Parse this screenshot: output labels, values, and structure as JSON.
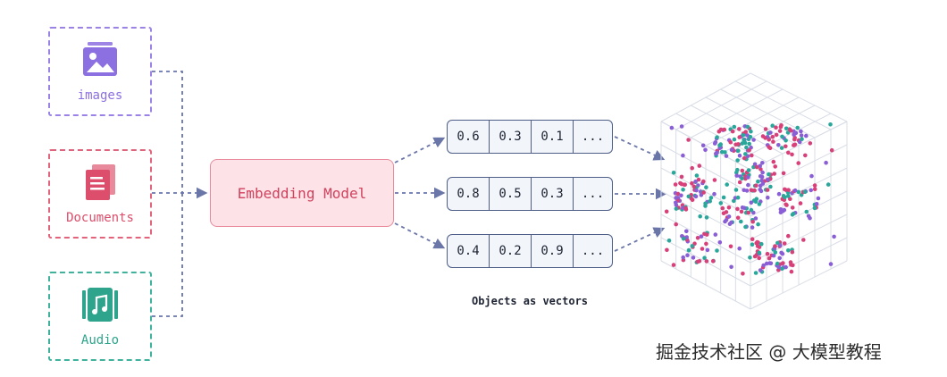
{
  "inputs": [
    {
      "label": "images",
      "icon": "image-icon",
      "color": "#8c6fe0"
    },
    {
      "label": "Documents",
      "icon": "document-icon",
      "color": "#dc4e6b"
    },
    {
      "label": "Audio",
      "icon": "music-icon",
      "color": "#2ea48d"
    }
  ],
  "model": {
    "label": "Embedding Model"
  },
  "vectors": [
    [
      "0.6",
      "0.3",
      "0.1",
      "..."
    ],
    [
      "0.8",
      "0.5",
      "0.3",
      "..."
    ],
    [
      "0.4",
      "0.2",
      "0.9",
      "..."
    ]
  ],
  "caption": "Objects as vectors",
  "watermark": "掘金技术社区 @ 大模型教程",
  "colors": {
    "arrow": "#6a75a8",
    "point_colors": [
      "#d8407a",
      "#2aa79b",
      "#8a5fd6"
    ]
  }
}
